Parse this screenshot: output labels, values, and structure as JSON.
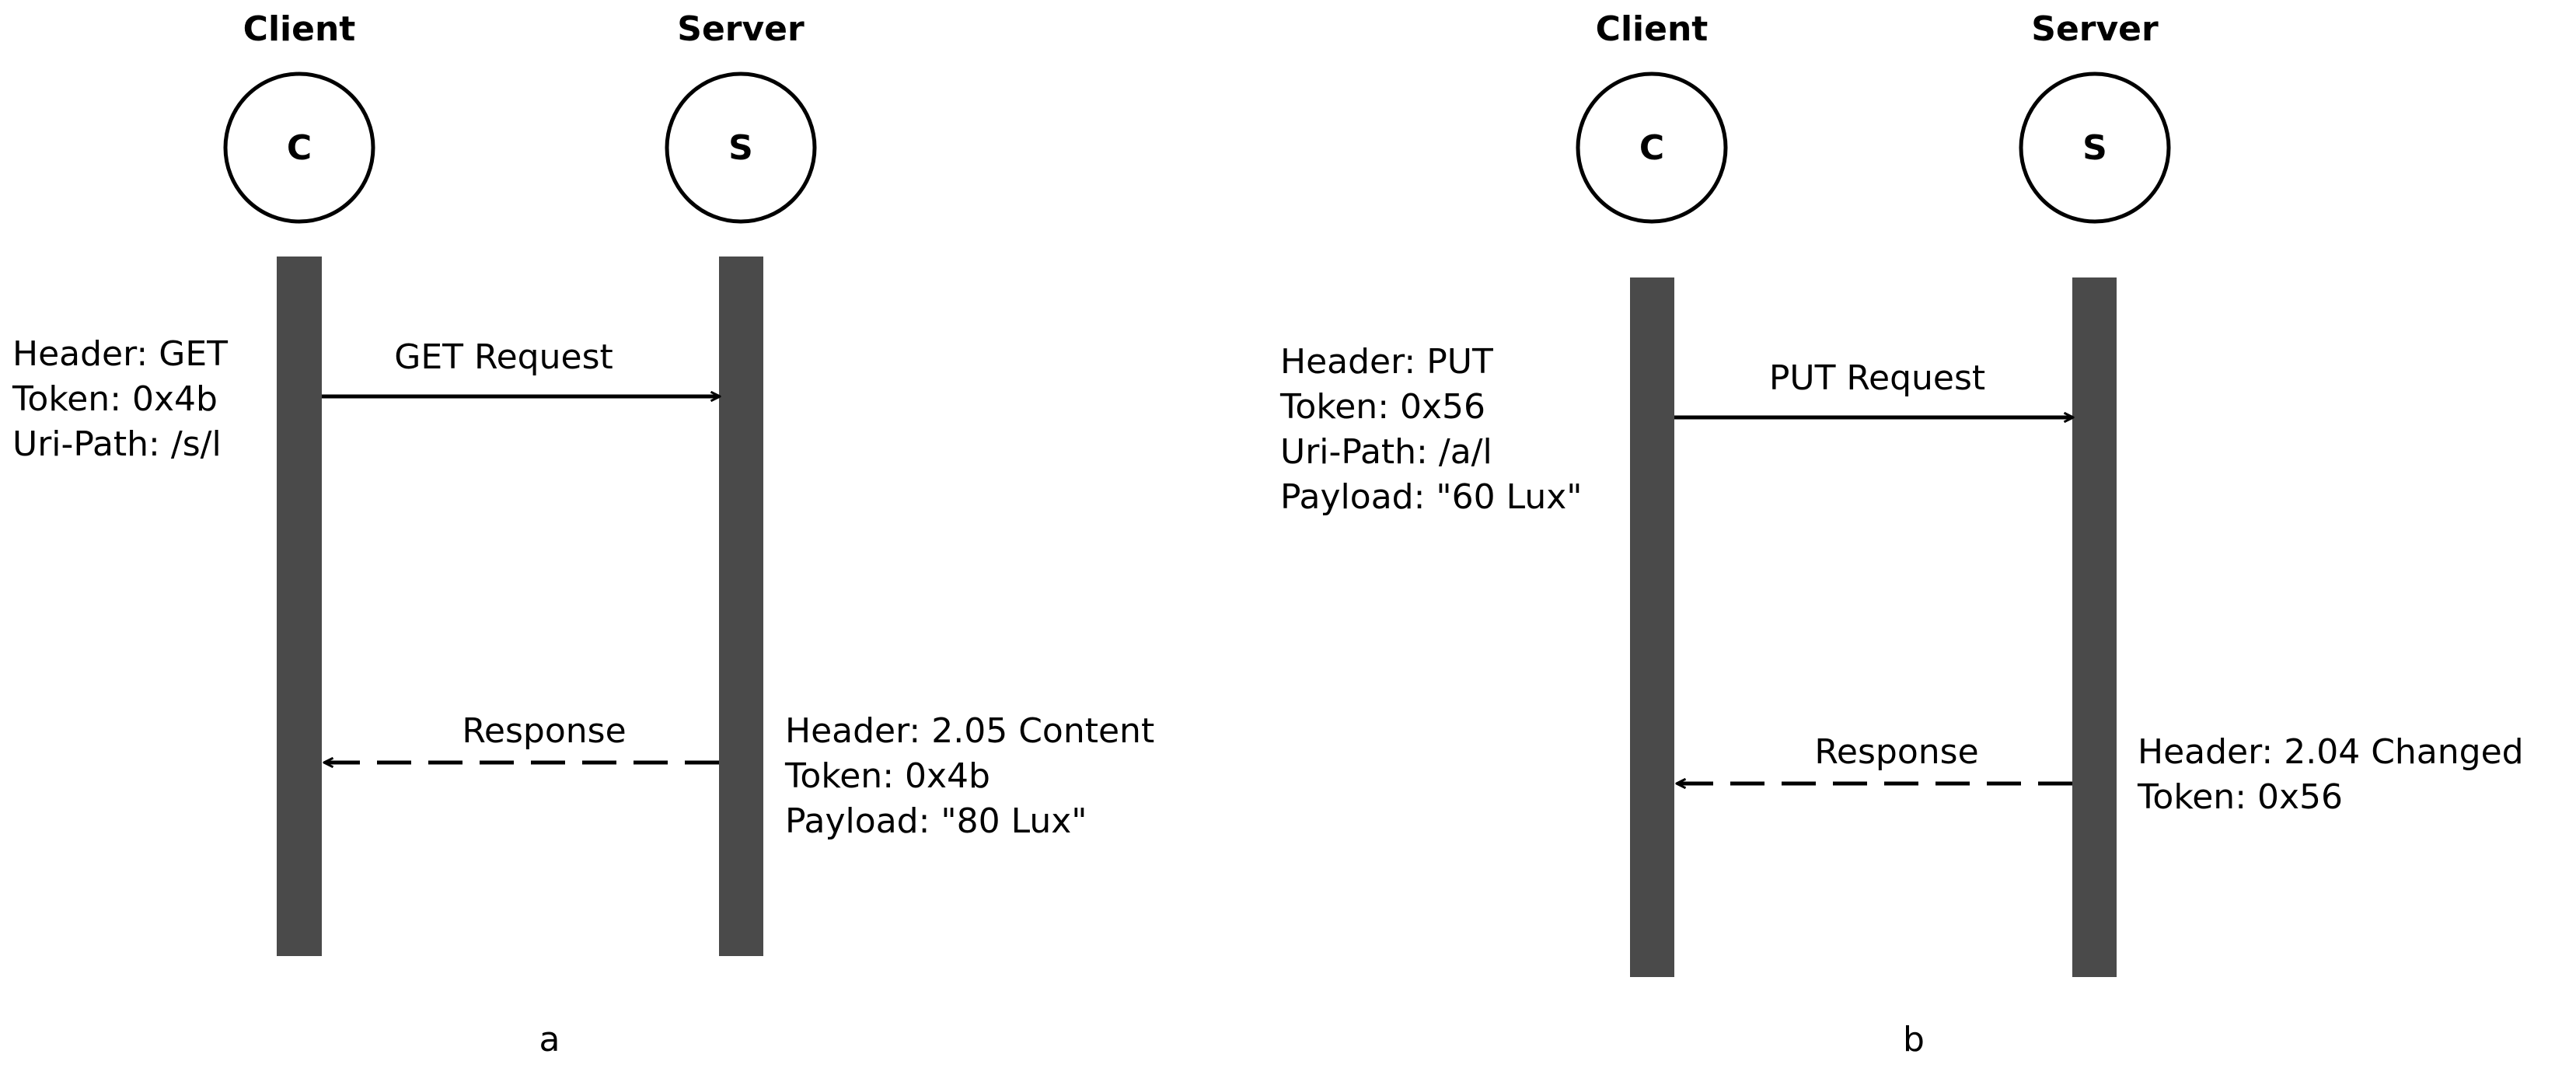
{
  "panels": [
    {
      "caption": "a",
      "participants": {
        "client": {
          "role": "Client",
          "letter": "C"
        },
        "server": {
          "role": "Server",
          "letter": "S"
        }
      },
      "request": {
        "label": "GET Request",
        "note": [
          "Header: GET",
          "Token: 0x4b",
          "Uri-Path: /s/l"
        ]
      },
      "response": {
        "label": "Response",
        "note": [
          "Header: 2.05 Content",
          "Token: 0x4b",
          "Payload: \"80 Lux\""
        ]
      }
    },
    {
      "caption": "b",
      "participants": {
        "client": {
          "role": "Client",
          "letter": "C"
        },
        "server": {
          "role": "Server",
          "letter": "S"
        }
      },
      "request": {
        "label": "PUT Request",
        "note": [
          "Header: PUT",
          "Token: 0x56",
          "Uri-Path: /a/l",
          "Payload: \"60 Lux\""
        ]
      },
      "response": {
        "label": "Response",
        "note": [
          "Header: 2.04 Changed",
          "Token: 0x56"
        ]
      }
    }
  ],
  "colors": {
    "lifeline": "#4a4a4a",
    "stroke": "#000000",
    "background": "#ffffff"
  }
}
